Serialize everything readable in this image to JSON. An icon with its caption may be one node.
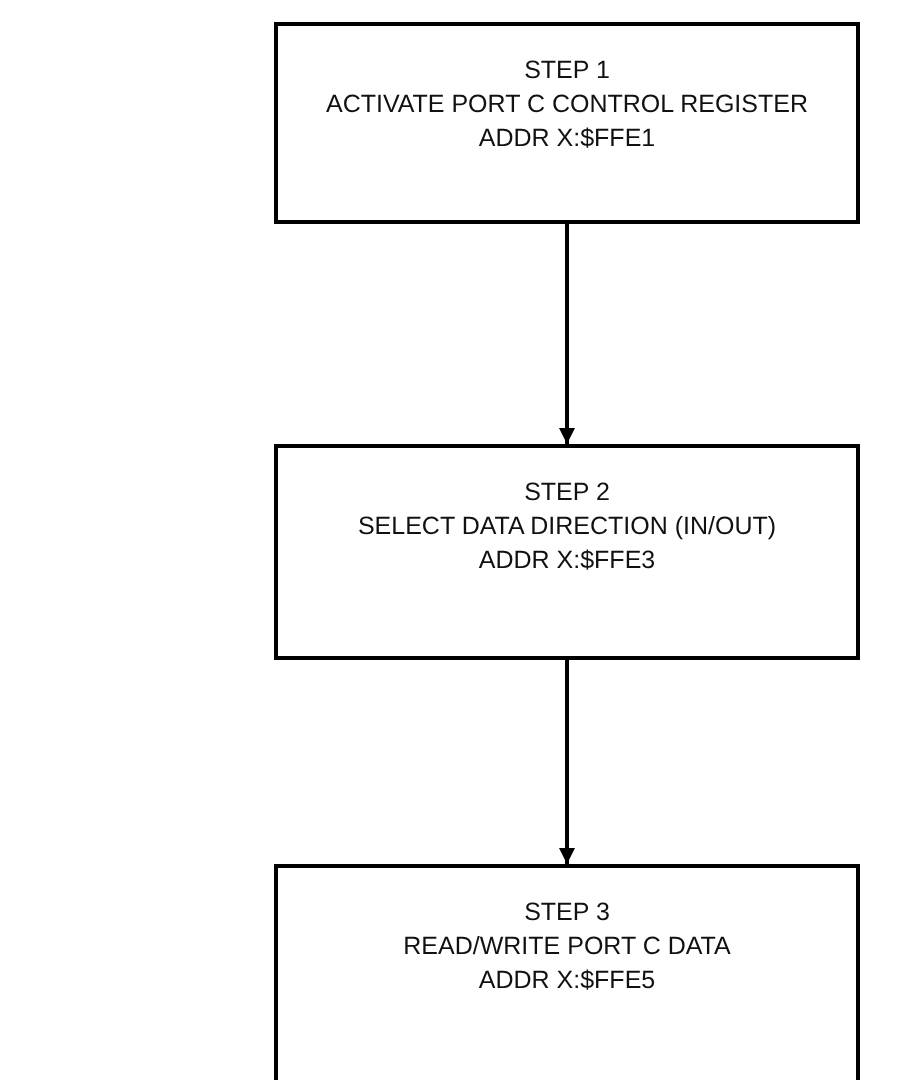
{
  "diagram": {
    "nodes": [
      {
        "text": [
          "STEP 1",
          "ACTIVATE PORT C CONTROL REGISTER",
          "ADDR X:$FFE1"
        ]
      },
      {
        "text": [
          "STEP 2",
          "SELECT DATA DIRECTION (IN/OUT)",
          "ADDR X:$FFE3"
        ]
      },
      {
        "text": [
          "STEP 3",
          "READ/WRITE PORT C DATA",
          "ADDR X:$FFE5"
        ]
      }
    ],
    "edges": [
      {
        "from": 0,
        "to": 1,
        "arrow": "to"
      },
      {
        "from": 1,
        "to": 2,
        "arrow": "to"
      }
    ]
  }
}
